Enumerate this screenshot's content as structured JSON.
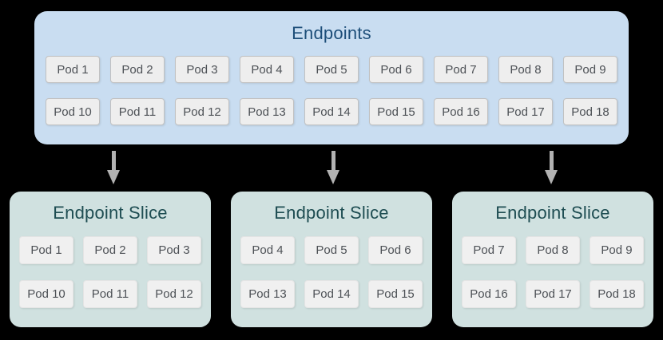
{
  "diagram": {
    "background": "#000000"
  },
  "endpoints": {
    "title": "Endpoints",
    "title_color": "#1d4e79",
    "background": "#c9ddf1",
    "pods": [
      "Pod 1",
      "Pod 2",
      "Pod 3",
      "Pod 4",
      "Pod 5",
      "Pod 6",
      "Pod 7",
      "Pod 8",
      "Pod 9",
      "Pod 10",
      "Pod 11",
      "Pod 12",
      "Pod 13",
      "Pod 14",
      "Pod 15",
      "Pod 16",
      "Pod 17",
      "Pod 18"
    ]
  },
  "arrows": {
    "direction": "down",
    "count": 3,
    "color": "#b2b2b2"
  },
  "slices": [
    {
      "title": "Endpoint Slice",
      "pods": [
        "Pod 1",
        "Pod 2",
        "Pod 3",
        "Pod 10",
        "Pod 11",
        "Pod 12"
      ]
    },
    {
      "title": "Endpoint Slice",
      "pods": [
        "Pod 4",
        "Pod 5",
        "Pod 6",
        "Pod 13",
        "Pod 14",
        "Pod 15"
      ]
    },
    {
      "title": "Endpoint Slice",
      "pods": [
        "Pod 7",
        "Pod 8",
        "Pod 9",
        "Pod 16",
        "Pod 17",
        "Pod 18"
      ]
    }
  ],
  "slice_style": {
    "background": "#d0e1e0",
    "title_color": "#1e4d52"
  },
  "pod_style": {
    "background": "#eeeeee",
    "border": "#c1c1c1",
    "text_color": "#4d5156"
  }
}
